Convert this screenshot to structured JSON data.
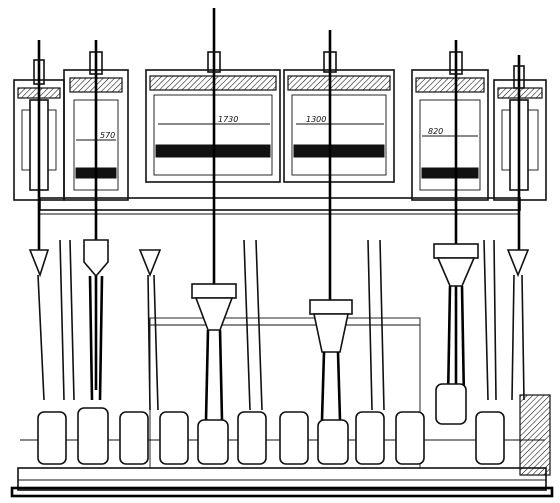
{
  "dimensions": {
    "cyl_hp": "570",
    "cyl_lp_left": "1730",
    "cyl_lp_right": "1300",
    "cyl_ip": "820"
  },
  "colors": {
    "ink": "#111111",
    "paper": "#ffffff"
  }
}
